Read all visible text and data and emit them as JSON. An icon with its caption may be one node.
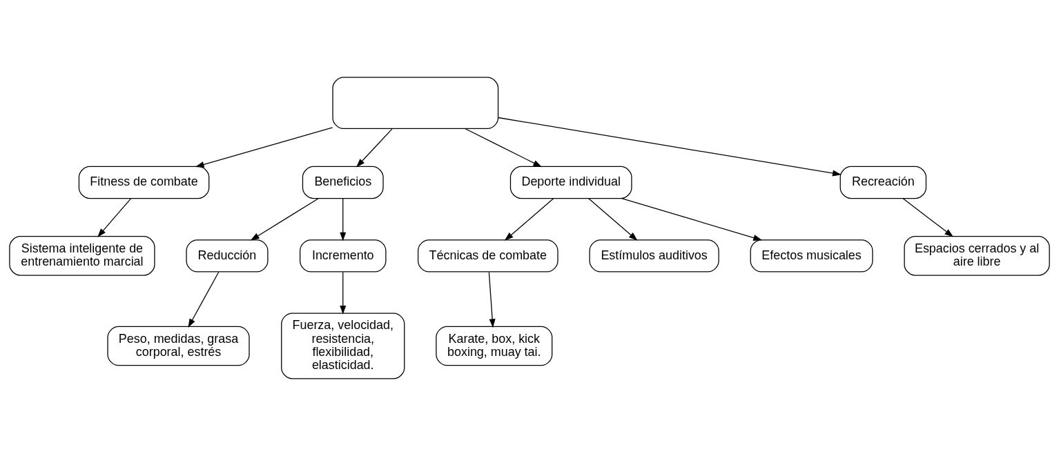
{
  "diagram": {
    "nodes": [
      {
        "text": [
          "Peso, medidas, grasa corporal, estrés"
        ]
      },
      {
        "text": [
          "Sistema inteligente de entrenamiento marcial"
        ]
      },
      {
        "text": [
          "Karate, box, kick boxing, muay tai."
        ]
      },
      {
        "text": [
          "Reducción"
        ]
      },
      {
        "text": [
          "Fitness de combate"
        ]
      },
      {
        "text": [
          "Técnicas de combate"
        ]
      },
      {
        "text": [
          "Beneficios"
        ]
      },
      {
        "text": [],
        "shape": "box"
      },
      {
        "text": [
          "Deporte individual"
        ]
      },
      {
        "text": [
          "Incremento"
        ]
      },
      {
        "text": [
          "Recreación"
        ]
      },
      {
        "text": [
          "Estímulos auditivos"
        ]
      },
      {
        "text": [
          "Efectos musicales"
        ]
      },
      {
        "text": [
          "Fuerza, velocidad, resistencia, flexibilidad, elasticidad."
        ]
      },
      {
        "text": [
          "Espacios cerrados y al aire libre"
        ]
      }
    ],
    "edges": [
      {
        "from": 7,
        "to": 6,
        "arrow": "to"
      },
      {
        "from": 7,
        "to": 4,
        "arrow": "to"
      },
      {
        "from": 7,
        "to": 8,
        "arrow": "to"
      },
      {
        "from": 7,
        "to": 10,
        "arrow": "to"
      },
      {
        "from": 6,
        "to": 3,
        "arrow": "to"
      },
      {
        "from": 6,
        "to": 9,
        "arrow": "to"
      },
      {
        "from": 3,
        "to": 0,
        "arrow": "to"
      },
      {
        "from": 4,
        "to": 1,
        "arrow": "to"
      },
      {
        "from": 8,
        "to": 5,
        "arrow": "to"
      },
      {
        "from": 5,
        "to": 2,
        "arrow": "to"
      },
      {
        "from": 8,
        "to": 11,
        "arrow": "to"
      },
      {
        "from": 8,
        "to": 12,
        "arrow": "to"
      },
      {
        "from": 9,
        "to": 13,
        "arrow": "to"
      },
      {
        "from": 10,
        "to": 14,
        "arrow": "to"
      }
    ]
  }
}
